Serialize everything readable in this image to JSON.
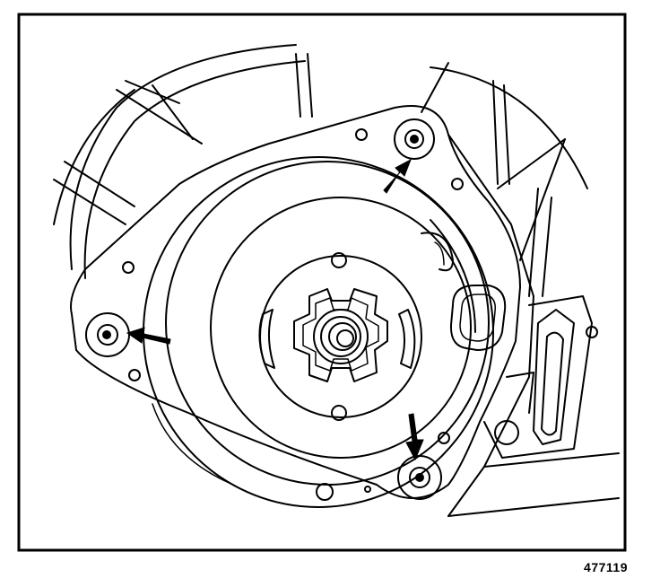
{
  "figure": {
    "id_label": "477119",
    "line_color": "#000000",
    "background": "#ffffff",
    "callouts": [
      {
        "target": "upper-right-mounting-screw",
        "icon": "arrow-icon"
      },
      {
        "target": "left-mounting-screw",
        "icon": "arrow-icon"
      },
      {
        "target": "lower-right-mounting-screw",
        "icon": "arrow-icon"
      }
    ]
  }
}
